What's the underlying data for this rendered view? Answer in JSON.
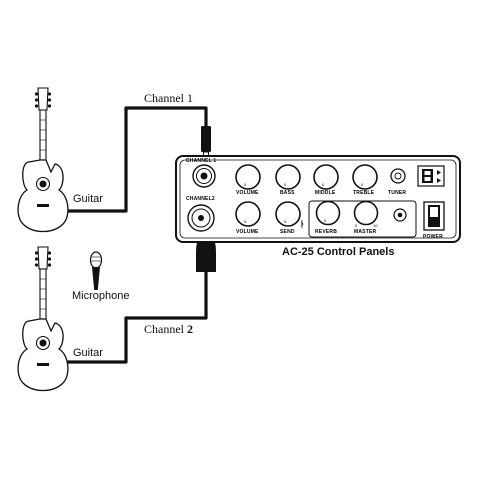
{
  "labels": {
    "channel1": "Channel 1",
    "channel2_prefix": "Channel ",
    "channel2_num": "2",
    "guitar_top": "Guitar",
    "guitar_bottom": "Guitar",
    "microphone": "Microphone",
    "panel_title": "AC-25 Control Panels"
  },
  "panel": {
    "channel1_label": "CHANNEL 1",
    "channel2_label": "CHANNEL2",
    "row1_knobs": [
      "VOLUME",
      "BASS",
      "MIDDLE",
      "TREBLE"
    ],
    "tuner_label": "TUNER",
    "row2_knobs": [
      "VOLUME",
      "SEND"
    ],
    "effects_knobs": [
      "REVERB",
      "MASTER"
    ],
    "knob_zero": "0",
    "master_max": "10",
    "power_label": "POWER"
  },
  "icons": {
    "guitar": "acoustic-guitar-icon",
    "mic": "microphone-icon",
    "bluetooth": "bluetooth-icon"
  }
}
